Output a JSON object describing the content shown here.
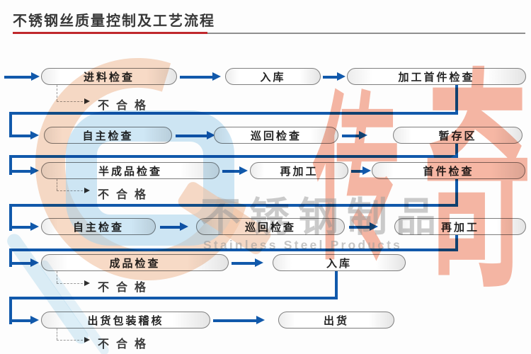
{
  "title": {
    "text": "不锈钢丝质量控制及工艺流程"
  },
  "flow": {
    "rows": [
      [
        "进料检查",
        "入库",
        "加工首件检查"
      ],
      [
        "自主检查",
        "巡回检查",
        "暂存区"
      ],
      [
        "半成品检查",
        "再加工",
        "首件检查"
      ],
      [
        "自主检查",
        "巡回检查",
        "再加工"
      ],
      [
        "成品检查",
        "入库"
      ],
      [
        "出货包装稽核",
        "出货"
      ]
    ],
    "fail_label": "不合格"
  },
  "watermark": {
    "char_left": "传",
    "char_right": "奇",
    "cn_text": "不锈钢制品",
    "en_text": "Stainless Steel Products"
  },
  "colors": {
    "connector_blue": "#1159ab",
    "title_underline_red": "#c0282d",
    "watermark_red": "#ee7d5a",
    "watermark_peach": "#f2c3a4",
    "watermark_blue": "#a8d4ec",
    "watermark_gray": "#9a9a9a"
  }
}
